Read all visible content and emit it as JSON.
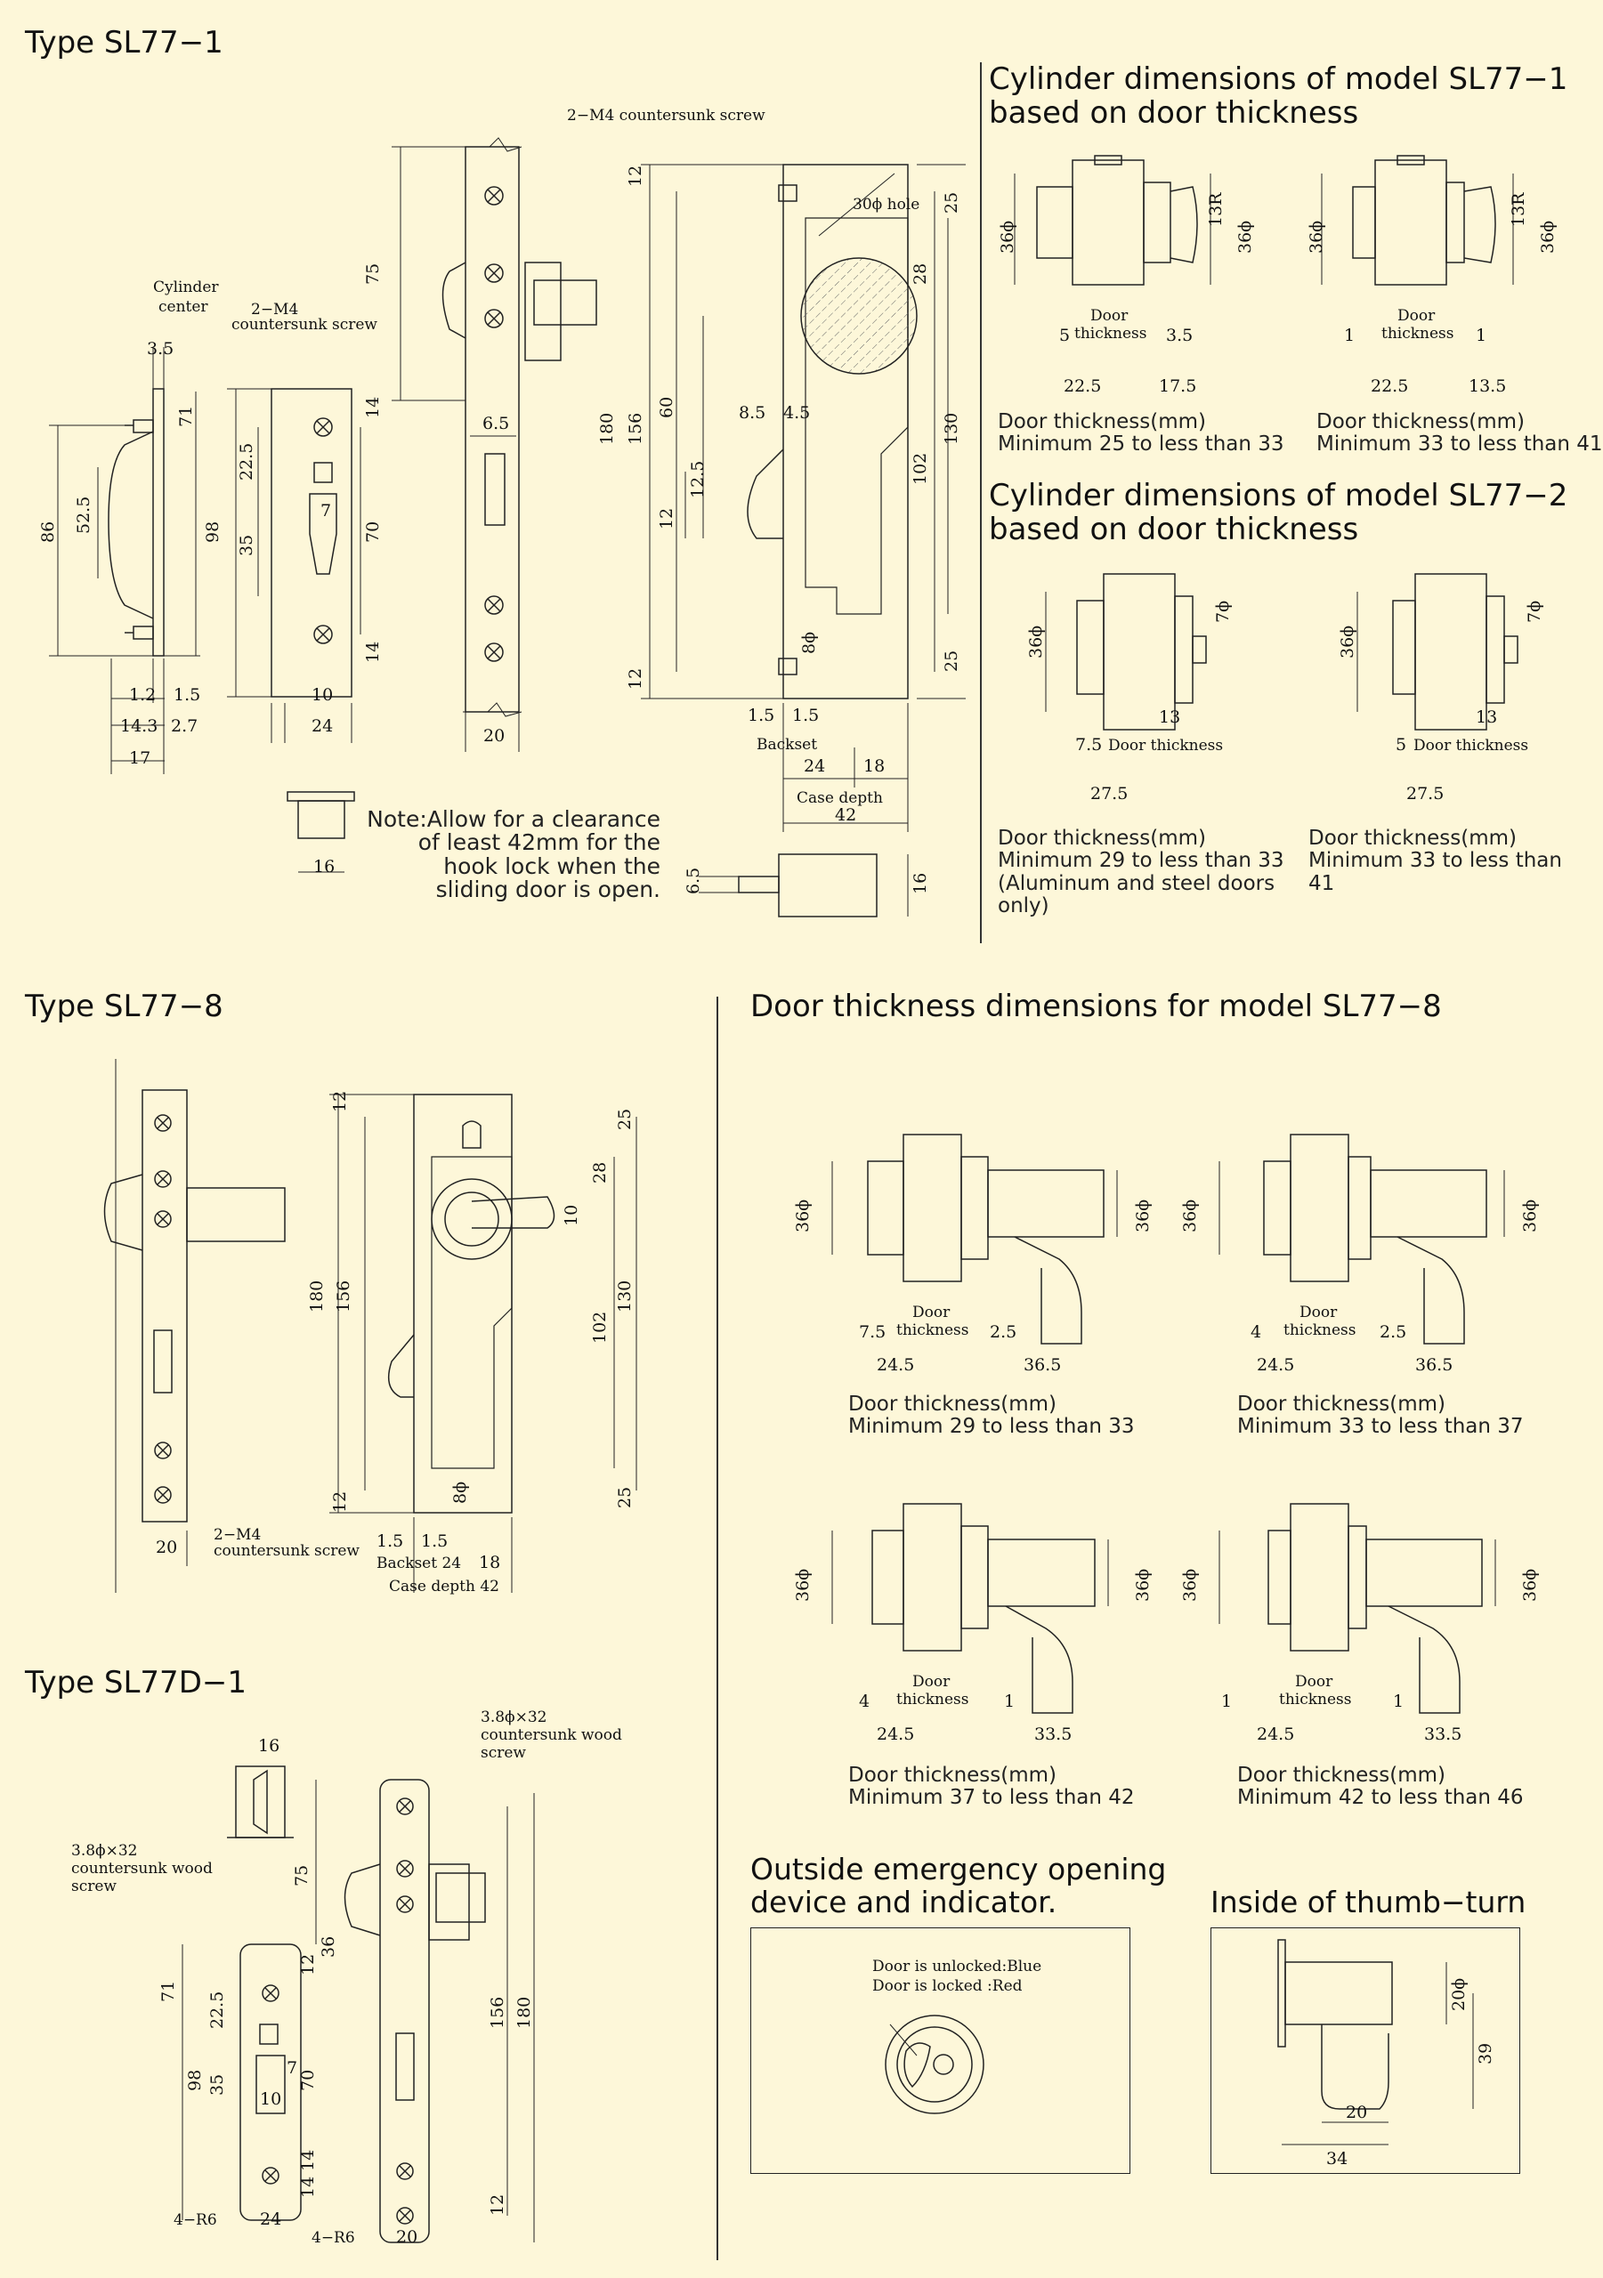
{
  "sections": {
    "sl77_1": "Type SL77−1",
    "sl77_8": "Type SL77−8",
    "sl77d_1": "Type SL77D−1",
    "cyl_sl77_1": "Cylinder dimensions of model SL77−1\nbased on door thickness",
    "cyl_sl77_2": "Cylinder dimensions of model SL77−2\nbased on door thickness",
    "door_sl77_8": "Door thickness dimensions for model SL77−8",
    "emergency": "Outside emergency opening\ndevice and indicator.",
    "thumb_turn": "Inside of thumb−turn"
  },
  "note": "Note:Allow for a clearance\nof least 42mm for the\nhook lock when the\nsliding door is open.",
  "captions": {
    "sl77_1_a": "Door thickness(mm)\nMinimum 25 to less than 33",
    "sl77_1_b": "Door thickness(mm)\nMinimum 33 to less than 41",
    "sl77_2_a": "Door thickness(mm)\nMinimum 29 to less than 33\n(Aluminum and steel doors\nonly)",
    "sl77_2_b": "Door thickness(mm)\nMinimum 33 to less than\n41",
    "sl77_8_a": "Door thickness(mm)\nMinimum 29 to less than 33",
    "sl77_8_b": "Door thickness(mm)\nMinimum 33 to less than 37",
    "sl77_8_c": "Door thickness(mm)\nMinimum 37 to less than 42",
    "sl77_8_d": "Door thickness(mm)\nMinimum 42 to less than 46"
  },
  "labels": {
    "screw_2m4": "2−M4  countersunk screw",
    "screw_2m4_a": "2−M4",
    "screw_2m4_b": "countersunk screw",
    "cyl_center_a": "Cylinder",
    "cyl_center_b": "center",
    "hole_30": "30ϕ hole",
    "backset": "Backset",
    "case_depth": "Case depth",
    "door_thickness": "Door thickness",
    "door": "Door",
    "thickness": "thickness",
    "backset_24": "Backset 24",
    "case_depth_42": "Case depth 42",
    "wood_a": "3.8ϕ×32",
    "wood_b": "countersunk wood",
    "wood_c": "screw",
    "r6": "4−R6",
    "unlocked": "Door is unlocked:Blue",
    "locked": "Door is locked     :Red"
  },
  "dims": {
    "sl77_1_front": [
      "3.5",
      "71",
      "86",
      "52.5",
      "98",
      "1.2",
      "1.5",
      "14.3",
      "2.7",
      "17"
    ],
    "sl77_1_strike": [
      "22.5",
      "35",
      "7",
      "70",
      "14",
      "14",
      "10",
      "24"
    ],
    "sl77_1_face": [
      "75",
      "6.5",
      "20"
    ],
    "sl77_1_case": [
      "12",
      "25",
      "28",
      "60",
      "180",
      "156",
      "8.5",
      "4.5",
      "12.5",
      "12",
      "130",
      "102",
      "8ϕ",
      "25",
      "12",
      "1.5",
      "1.5",
      "24",
      "18",
      "42"
    ],
    "sl77_1_misc": [
      "16",
      "6.5",
      "16"
    ],
    "cyl1_a": [
      "36ϕ",
      "13R",
      "36ϕ",
      "5",
      "3.5",
      "22.5",
      "17.5"
    ],
    "cyl1_b": [
      "36ϕ",
      "13R",
      "36ϕ",
      "1",
      "1",
      "22.5",
      "13.5"
    ],
    "cyl2_a": [
      "36ϕ",
      "7ϕ",
      "7.5",
      "13",
      "27.5"
    ],
    "cyl2_b": [
      "36ϕ",
      "7ϕ",
      "5",
      "13",
      "27.5"
    ],
    "sl77_8_case": [
      "12",
      "25",
      "28",
      "10",
      "180",
      "156",
      "130",
      "102",
      "8ϕ",
      "12",
      "25",
      "1.5",
      "1.5",
      "18",
      "20"
    ],
    "d8_a": [
      "36ϕ",
      "36ϕ",
      "7.5",
      "2.5",
      "24.5",
      "36.5"
    ],
    "d8_b": [
      "36ϕ",
      "36ϕ",
      "4",
      "2.5",
      "24.5",
      "36.5"
    ],
    "d8_c": [
      "36ϕ",
      "36ϕ",
      "4",
      "1",
      "24.5",
      "33.5"
    ],
    "d8_d": [
      "36ϕ",
      "36ϕ",
      "1",
      "1",
      "24.5",
      "33.5"
    ],
    "sl77d": [
      "16",
      "75",
      "36",
      "12",
      "71",
      "22.5",
      "98",
      "35",
      "7",
      "10",
      "70",
      "14",
      "14",
      "156",
      "180",
      "12",
      "24",
      "20"
    ],
    "thumb": [
      "20ϕ",
      "39",
      "20",
      "34"
    ]
  }
}
